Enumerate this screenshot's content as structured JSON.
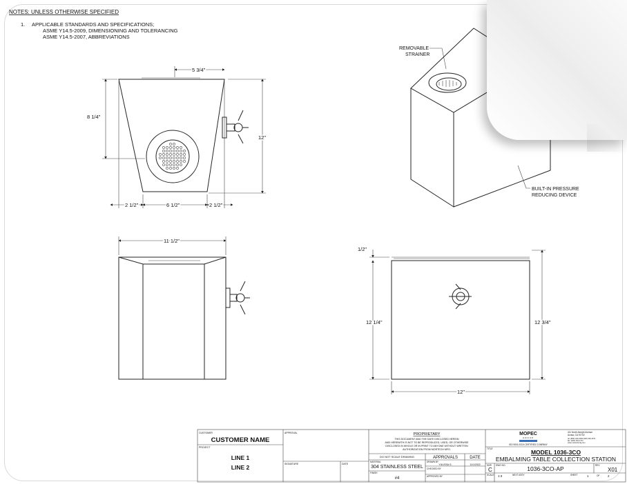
{
  "notes": {
    "heading": "NOTES: UNLESS OTHERWISE SPECIFIED",
    "item_number": "1.",
    "item_text": "APPLICABLE STANDARDS AND SPECIFICATIONS;",
    "standards": [
      "ASME Y14.5-2009, DIMENSIONING AND TOLERANCING",
      "ASME Y14.5-2007, ABBREVIATIONS"
    ]
  },
  "top_view": {
    "dims": {
      "top_offset": "5 3/4\"",
      "left_height": "8 1/4\"",
      "right_height": "12\"",
      "bottom_left": "2 1/2\"",
      "bottom_center": "6 1/2\"",
      "bottom_right": "2 1/2\""
    }
  },
  "iso_view": {
    "callout_strainer": [
      "REMOVABLE",
      "STRAINER"
    ],
    "callout_prv": [
      "BUILT-IN PRESSURE",
      "REDUCING DEVICE"
    ]
  },
  "front_view": {
    "dims": {
      "width": "11 1/2\""
    }
  },
  "side_view": {
    "dims": {
      "top_lip": "1/2\"",
      "left_height": "12 1/4\"",
      "right_height": "12 3/4\"",
      "width": "12\""
    }
  },
  "title_block": {
    "customer_label": "CUSTOMER",
    "customer_name": "CUSTOMER NAME",
    "project_label": "PROJECT",
    "project_lines": [
      "LINE 1",
      "LINE 2"
    ],
    "approval_label": "APPROVAL",
    "signature_label": "SIGNATURE",
    "date_label": "DATE",
    "proprietary_title": "PROPRIETARY",
    "proprietary_text": [
      "THIS DOCUMENT AND THE DATE DISCLOSED HEREIN",
      "AND HEREWITH IS NOT TO BE REPRODUCED, USED, OR OTHERWISE",
      "DISCLOSED IN WHOLE OR IN PRINT TO ANYONE WITHOUT WRITTEN",
      "AUTHORIZATION FROM MORTECH MFG."
    ],
    "do_not_scale": "DO NOT SCALE DRAWING",
    "approvals_header": "APPROVALS",
    "approvals_date_header": "DATE",
    "material_label": "MATERIAL",
    "material": "304 STAINLESS STEEL",
    "finish_label": "FINISH",
    "finish": "#4",
    "drawn_by_label": "DRAWN BY",
    "drawn_by": "YULISSA G.",
    "drawn_date": "11/1/2022",
    "checked_by_label": "CHECKED BY",
    "approved_by_label": "APPROVED BY",
    "company": "MOPEC",
    "company_sub": "GROUP",
    "company_cert": "ISO 9001:2015 CERTIFIED COMPANY",
    "company_address": [
      "411 North Aerojet Avenue",
      "Azusa, CA 91702",
      "tel: (800) 423-2200 (626) 334-1671",
      "fax: (626) 334-1721",
      "www.mortechmfg.com"
    ],
    "title_label": "TITLE",
    "model": "MODEL 1036-3CO",
    "description": "EMBALMING TABLE COLLECTION STATION",
    "size_label": "SIZE",
    "size": "C",
    "dwg_no_label": "DWG NO.",
    "dwg_no": "1036-3CO-AP",
    "rev_label": "REV",
    "rev": "X01",
    "scale_label": "SCALE",
    "scale": "1:3",
    "next_assy_label": "NEXT ASSY",
    "sheet_label": "SHEET",
    "sheet": "1",
    "of_label": "OF",
    "sheet_total": "2"
  }
}
